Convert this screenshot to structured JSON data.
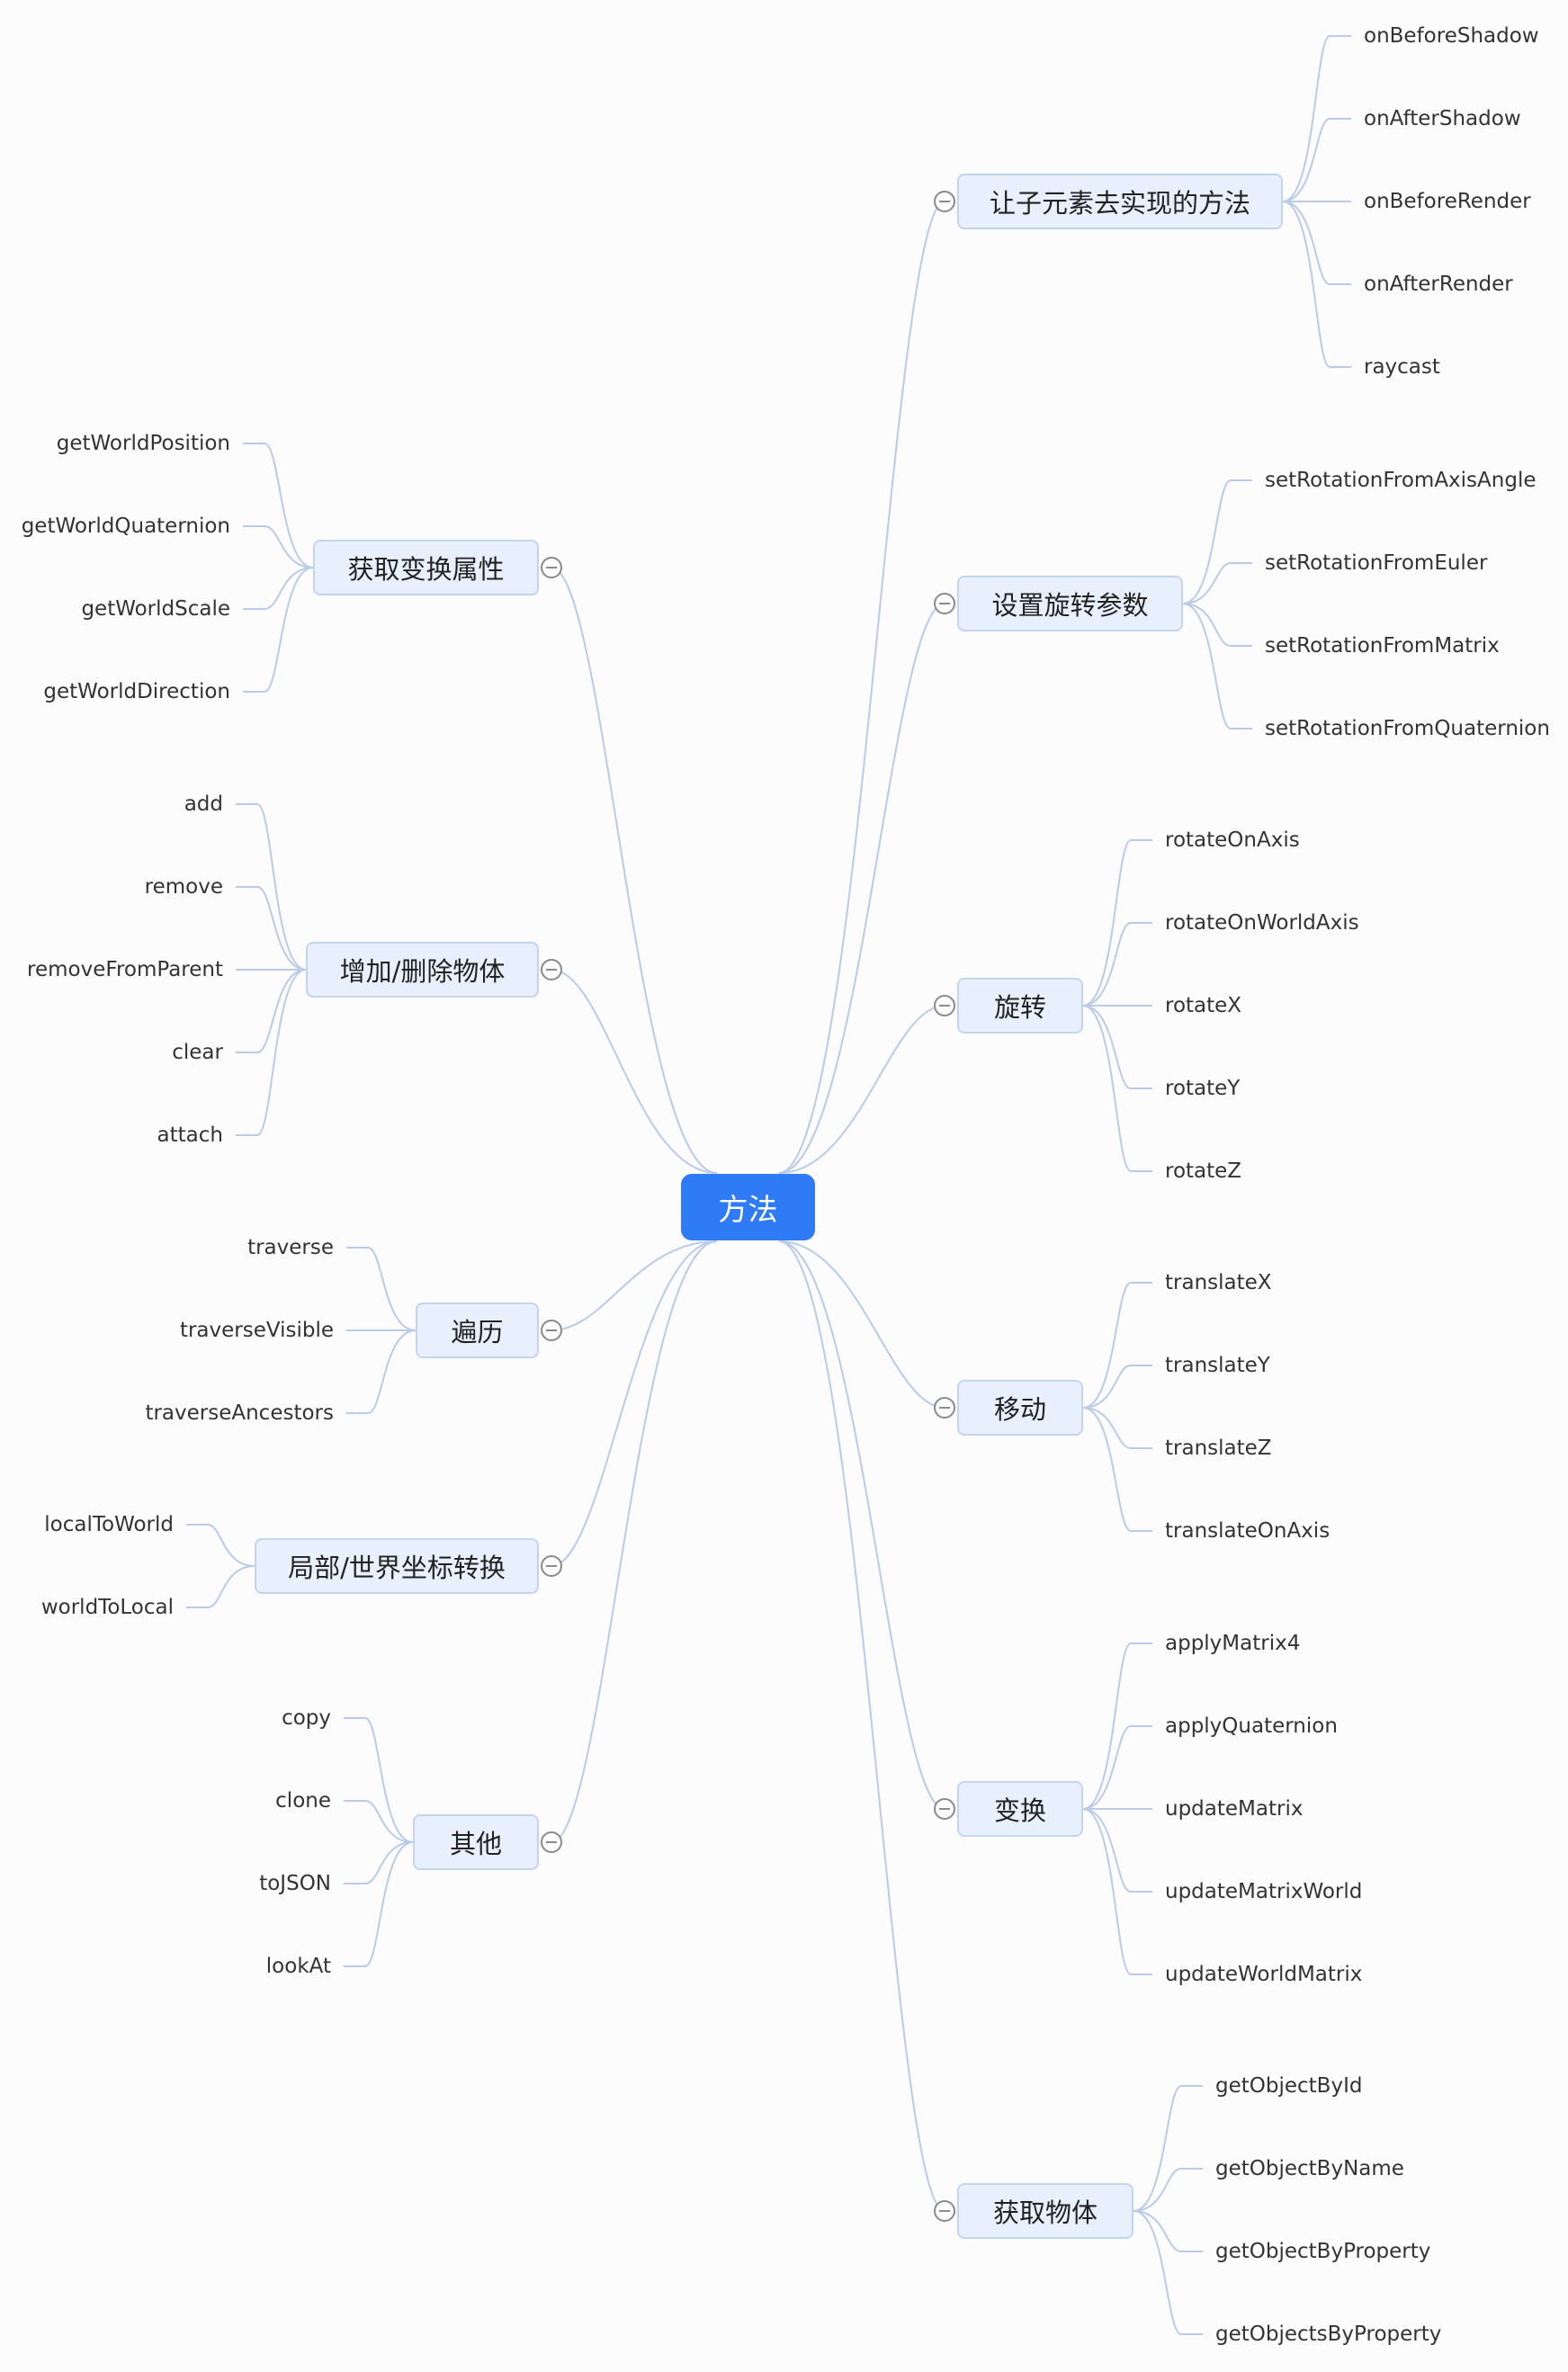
{
  "root": {
    "label": "方法"
  },
  "branches": [
    {
      "label": "让子元素去实现的方法",
      "children": [
        "onBeforeShadow",
        "onAfterShadow",
        "onBeforeRender",
        "onAfterRender",
        "raycast"
      ]
    },
    {
      "label": "设置旋转参数",
      "children": [
        "setRotationFromAxisAngle",
        "setRotationFromEuler",
        "setRotationFromMatrix",
        "setRotationFromQuaternion"
      ]
    },
    {
      "label": "旋转",
      "children": [
        "rotateOnAxis",
        "rotateOnWorldAxis",
        "rotateX",
        "rotateY",
        "rotateZ"
      ]
    },
    {
      "label": "移动",
      "children": [
        "translateX",
        "translateY",
        "translateZ",
        "translateOnAxis"
      ]
    },
    {
      "label": "变换",
      "children": [
        "applyMatrix4",
        "applyQuaternion",
        "updateMatrix",
        "updateMatrixWorld",
        "updateWorldMatrix"
      ]
    },
    {
      "label": "获取物体",
      "children": [
        "getObjectById",
        "getObjectByName",
        "getObjectByProperty",
        "getObjectsByProperty"
      ]
    },
    {
      "label": "获取变换属性",
      "children": [
        "getWorldPosition",
        "getWorldQuaternion",
        "getWorldScale",
        "getWorldDirection"
      ]
    },
    {
      "label": "增加/删除物体",
      "children": [
        "add",
        "remove",
        "removeFromParent",
        "clear",
        "attach"
      ]
    },
    {
      "label": "遍历",
      "children": [
        "traverse",
        "traverseVisible",
        "traverseAncestors"
      ]
    },
    {
      "label": "局部/世界坐标转换",
      "children": [
        "localToWorld",
        "worldToLocal"
      ]
    },
    {
      "label": "其他",
      "children": [
        "copy",
        "clone",
        "toJSON",
        "lookAt"
      ]
    }
  ],
  "colors": {
    "accent": "#2f7bf6",
    "node_fill": "#e8f0fd",
    "node_border": "#c3d4ef",
    "line": "#b9cbe8"
  },
  "icons": {
    "toggle": "collapse-circle-icon"
  }
}
